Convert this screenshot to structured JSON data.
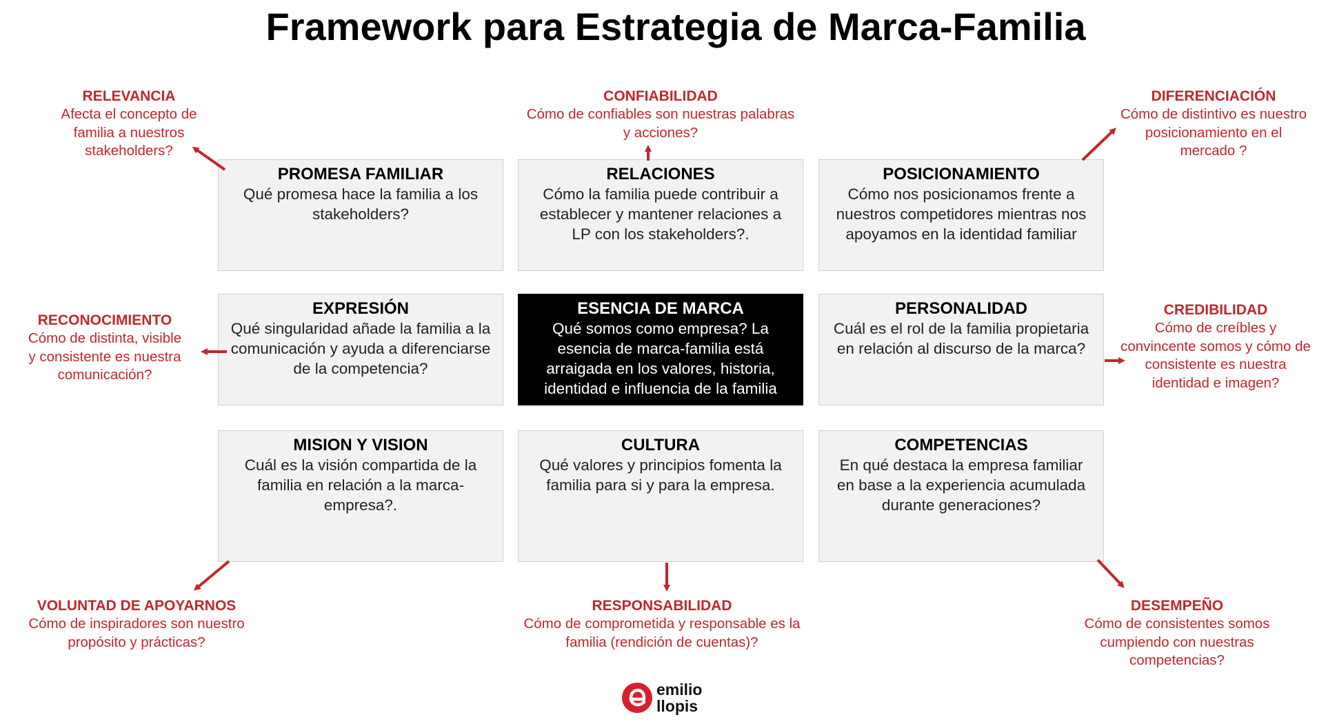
{
  "title": "Framework para Estrategia de Marca-Familia",
  "boxes": {
    "promesa": {
      "title": "PROMESA FAMILIAR",
      "text": "Qué promesa hace la familia a los stakeholders?"
    },
    "relaciones": {
      "title": "RELACIONES",
      "text": "Cómo la familia puede contribuir a establecer y mantener relaciones a LP con los stakeholders?."
    },
    "posicionamiento": {
      "title": "POSICIONAMIENTO",
      "text": "Cómo nos posicionamos frente a nuestros competidores mientras nos apoyamos en la identidad familiar"
    },
    "expresion": {
      "title": "EXPRESIÓN",
      "text": "Qué singularidad añade la familia a la comunicación y ayuda  a diferenciarse de la competencia?"
    },
    "esencia": {
      "title": "ESENCIA DE MARCA",
      "text": "Qué somos como empresa? La esencia de marca-familia está arraigada en los valores, historia, identidad e influencia de la familia"
    },
    "personalidad": {
      "title": "PERSONALIDAD",
      "text": "Cuál es el rol de la familia propietaria en relación al discurso de la marca?"
    },
    "mision": {
      "title": "MISION Y VISION",
      "text": "Cuál es la visión compartida de la familia en relación a la marca-empresa?."
    },
    "cultura": {
      "title": "CULTURA",
      "text": "Qué valores y principios fomenta la familia para si y para la empresa."
    },
    "competencias": {
      "title": "COMPETENCIAS",
      "text": "En qué destaca la empresa familiar en base a la experiencia acumulada durante generaciones?"
    }
  },
  "labels": {
    "relevancia": {
      "title": "RELEVANCIA",
      "text": "Afecta el concepto de familia a nuestros stakeholders?"
    },
    "confiabilidad": {
      "title": "CONFIABILIDAD",
      "text": "Cómo de confiables son nuestras palabras y acciones?"
    },
    "diferenciacion": {
      "title": "DIFERENCIACIÓN",
      "text": "Cómo de distintivo es nuestro posicionamiento en el mercado ?"
    },
    "reconocimiento": {
      "title": "RECONOCIMIENTO",
      "text": "Cómo de distinta, visible y consistente es nuestra comunicación?"
    },
    "credibilidad": {
      "title": "CREDIBILIDAD",
      "text": "Cómo de creíbles y convincente somos y cómo de consistente es nuestra identidad e imagen?"
    },
    "voluntad": {
      "title": "VOLUNTAD DE APOYARNOS",
      "text": "Cómo de inspiradores son nuestro propósito y prácticas?"
    },
    "responsabilidad": {
      "title": "RESPONSABILIDAD",
      "text": "Cómo de comprometida y responsable es la familia (rendición de cuentas)?"
    },
    "desempeno": {
      "title": "DESEMPEÑO",
      "text": "Cómo de consistentes somos cumpiendo con nuestras competencias?"
    }
  },
  "logo": {
    "line1": "emilio",
    "line2": "llopis"
  },
  "colors": {
    "accent": "#c0272d",
    "box_bg": "#f2f2f2",
    "box_dark": "#000000"
  }
}
